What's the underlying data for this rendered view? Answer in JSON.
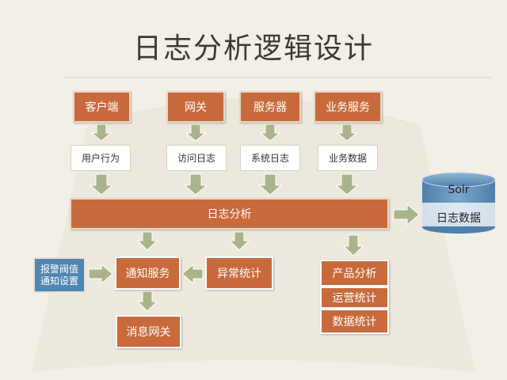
{
  "title": "日志分析逻辑设计",
  "sources": [
    "客户端",
    "网关",
    "服务器",
    "业务服务"
  ],
  "logs": [
    "用户行为",
    "访问日志",
    "系统日志",
    "业务数据"
  ],
  "analysis": "日志分析",
  "storage": {
    "top": "Solr",
    "bottom": "日志数据"
  },
  "alert_config": "报警阀值\n通知设置",
  "notify": "通知服务",
  "anomaly": "异常统计",
  "message": "消息网关",
  "stats": [
    "产品分析",
    "运营统计",
    "数据统计"
  ],
  "colors": {
    "box": "#c96a3c",
    "arrow": "#a9b48a",
    "storage": "#5f8fb8",
    "note": "#4f86b3",
    "background": "#f2efe6"
  }
}
